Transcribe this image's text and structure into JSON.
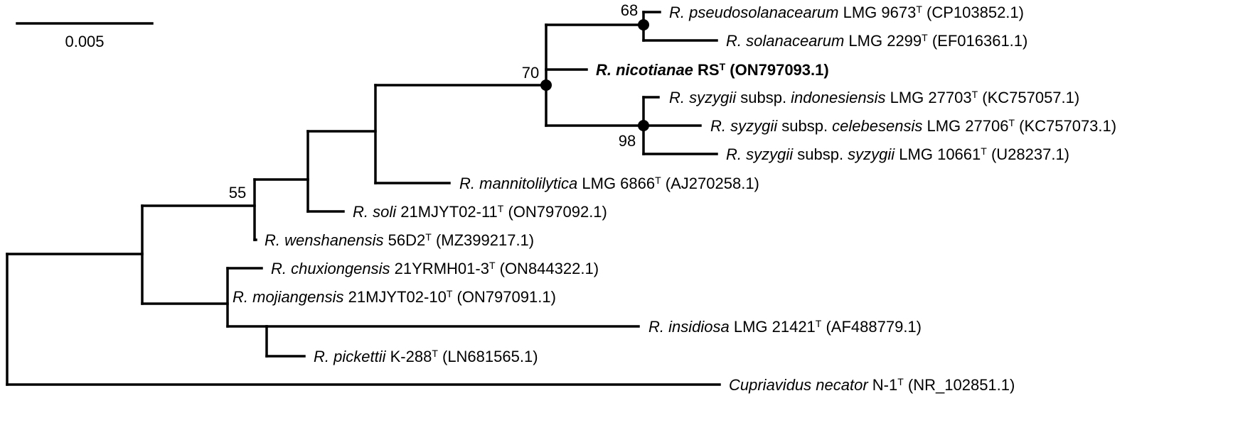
{
  "scale_bar": {
    "label": "0.005"
  },
  "taxa": [
    {
      "id": "pseudosolanacearum",
      "prefix": "",
      "italic": "R. pseudosolanacearum",
      "strain": " LMG 9673",
      "sup": "T",
      "accession": " (CP103852.1)",
      "bold": false
    },
    {
      "id": "solanacearum",
      "prefix": "",
      "italic": "R. solanacearum",
      "strain": " LMG 2299",
      "sup": "T",
      "accession": " (EF016361.1)",
      "bold": false
    },
    {
      "id": "nicotianae",
      "prefix": "",
      "italic": "R. nicotianae",
      "strain": " RS",
      "sup": "T",
      "accession": " (ON797093.1)",
      "bold": true
    },
    {
      "id": "indonesiensis",
      "prefix": "",
      "italic": "R. syzygii",
      "mid": " subsp. ",
      "italic2": "indonesiensis",
      "strain": " LMG 27703",
      "sup": "T",
      "accession": " (KC757057.1)",
      "bold": false
    },
    {
      "id": "celebesensis",
      "prefix": "",
      "italic": "R. syzygii",
      "mid": " subsp. ",
      "italic2": "celebesensis",
      "strain": " LMG 27706",
      "sup": "T",
      "accession": " (KC757073.1)",
      "bold": false
    },
    {
      "id": "syzygii",
      "prefix": "",
      "italic": "R. syzygii",
      "mid": " subsp. ",
      "italic2": "syzygii",
      "strain": " LMG 10661",
      "sup": "T",
      "accession": " (U28237.1)",
      "bold": false
    },
    {
      "id": "mannitolilytica",
      "prefix": "",
      "italic": "R. mannitolilytica",
      "strain": " LMG 6866",
      "sup": "T",
      "accession": " (AJ270258.1)",
      "bold": false
    },
    {
      "id": "soli",
      "prefix": "",
      "italic": "R. soli",
      "strain": " 21MJYT02-11",
      "sup": "T",
      "accession": " (ON797092.1)",
      "bold": false
    },
    {
      "id": "wenshanensis",
      "prefix": "",
      "italic": "R. wenshanensis",
      "strain": " 56D2",
      "sup": "T",
      "accession": " (MZ399217.1)",
      "bold": false
    },
    {
      "id": "chuxiongensis",
      "prefix": "",
      "italic": "R. chuxiongensis",
      "strain": " 21YRMH01-3",
      "sup": "T",
      "accession": " (ON844322.1)",
      "bold": false
    },
    {
      "id": "mojiangensis",
      "prefix": "",
      "italic": "R. mojiangensis",
      "strain": " 21MJYT02-10",
      "sup": "T",
      "accession": " (ON797091.1)",
      "bold": false
    },
    {
      "id": "insidiosa",
      "prefix": "",
      "italic": "R. insidiosa",
      "strain": " LMG 21421",
      "sup": "T",
      "accession": " (AF488779.1)",
      "bold": false
    },
    {
      "id": "pickettii",
      "prefix": "",
      "italic": "R. pickettii",
      "strain": " K-288",
      "sup": "T",
      "accession": " (LN681565.1)",
      "bold": false
    },
    {
      "id": "cupriavidus",
      "prefix": "",
      "italic": "Cupriavidus necator",
      "strain": " N-1",
      "sup": "T",
      "accession": " (NR_102851.1)",
      "bold": false
    }
  ],
  "bootstrap": [
    {
      "id": "b68",
      "value": "68"
    },
    {
      "id": "b70",
      "value": "70"
    },
    {
      "id": "b98",
      "value": "98"
    },
    {
      "id": "b55",
      "value": "55"
    }
  ]
}
